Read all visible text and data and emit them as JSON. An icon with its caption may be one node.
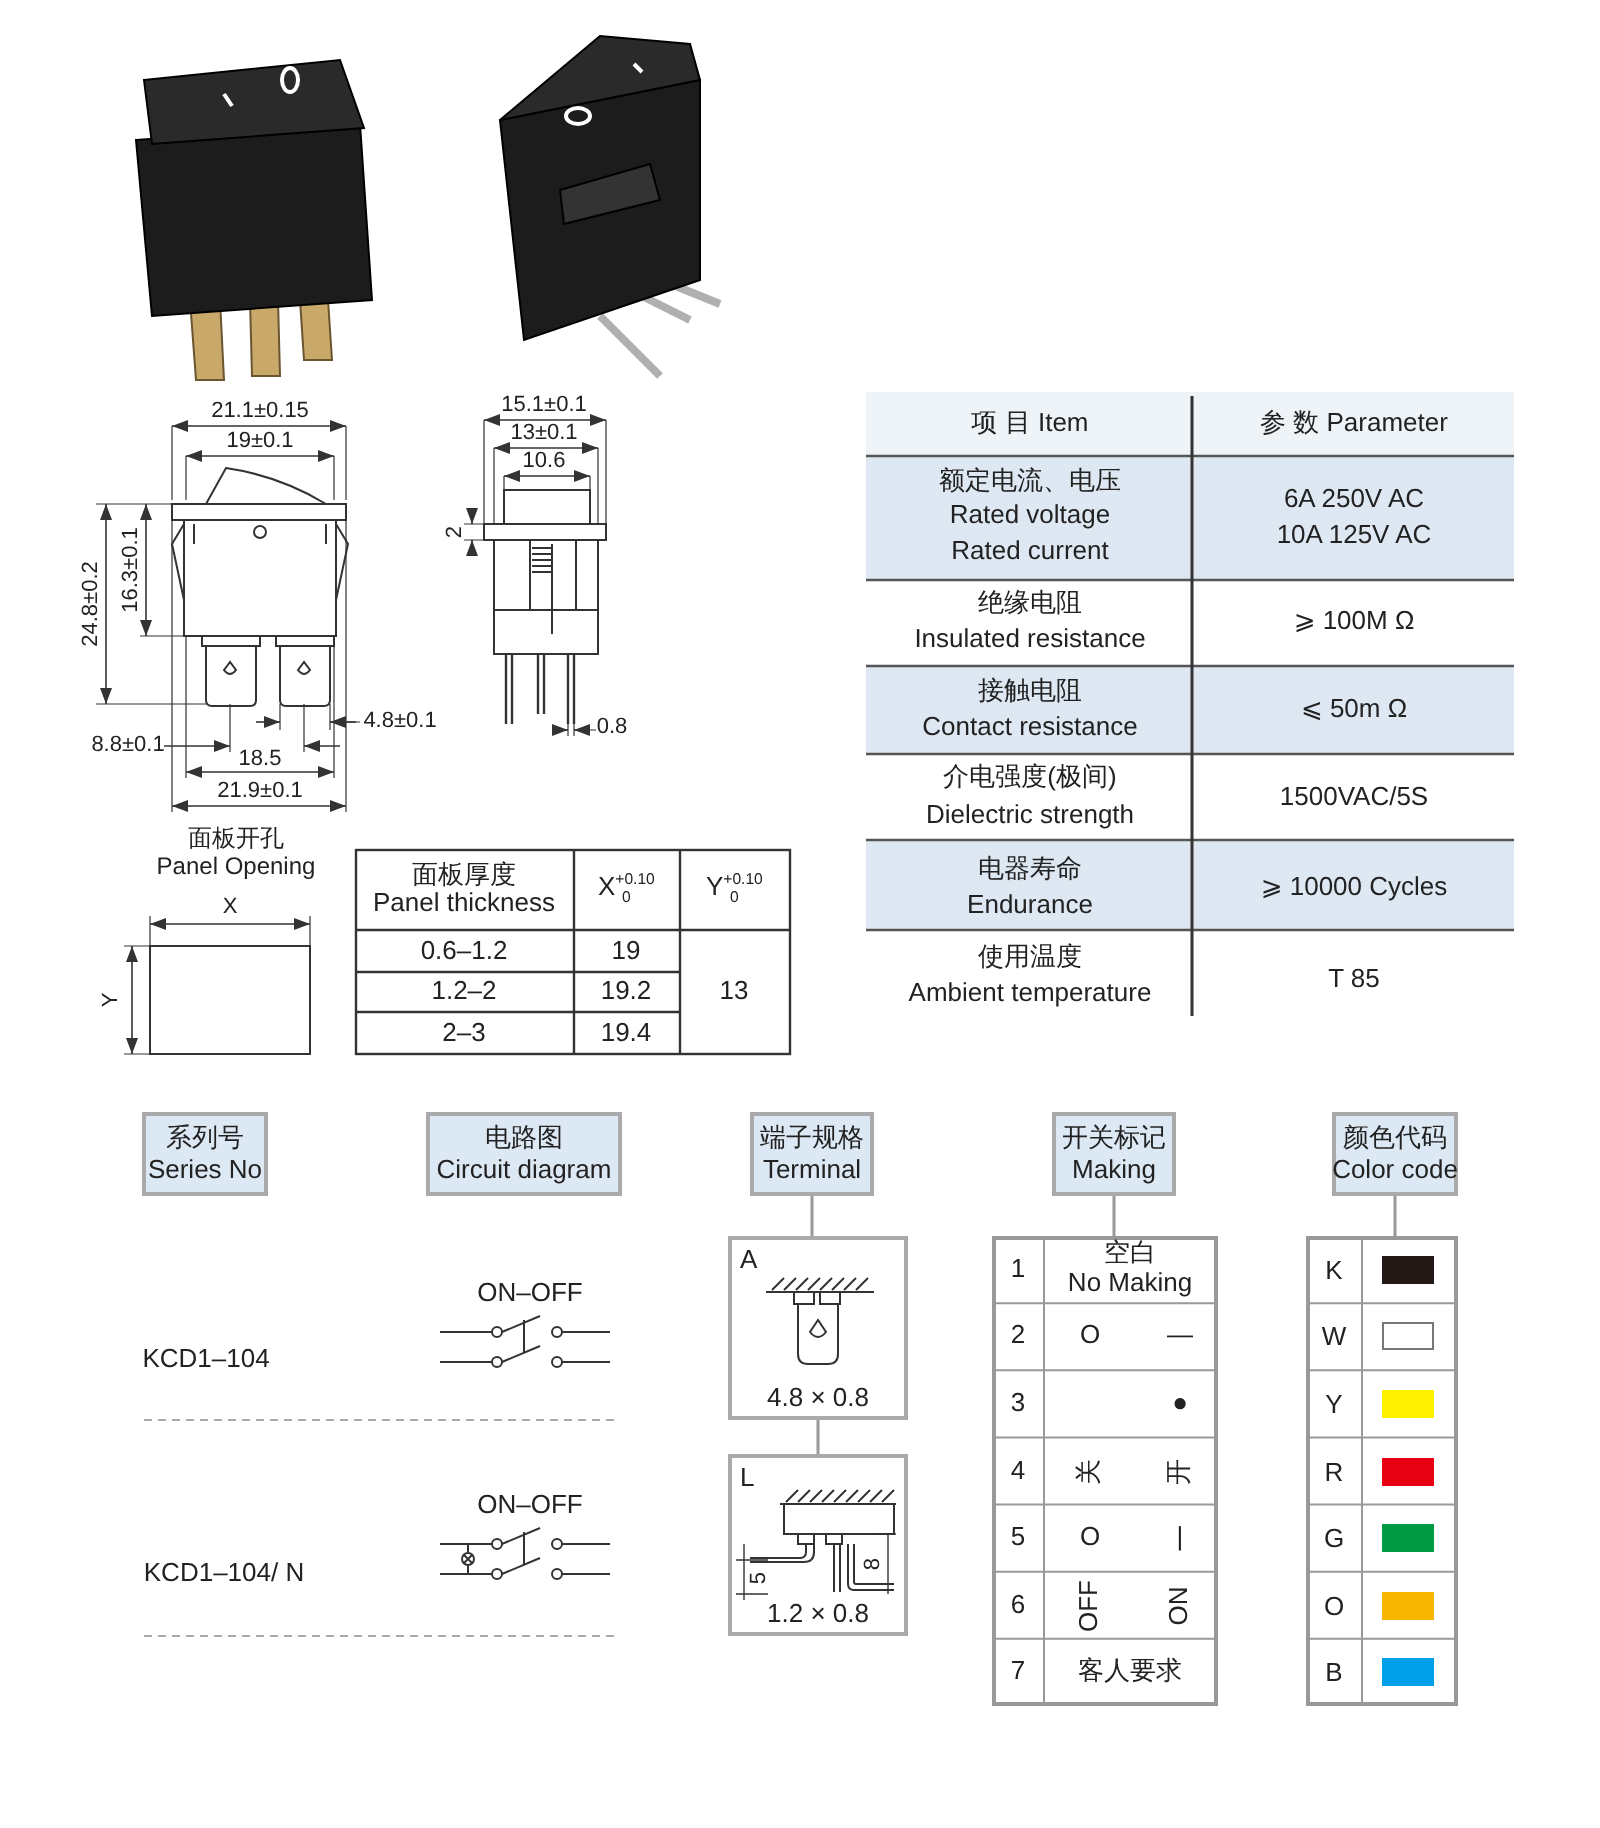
{
  "diagram": {
    "nodes": [
      {
        "text": [
          "系列号",
          "Series No"
        ]
      },
      {
        "text": [
          "电路图",
          "Circuit diagram"
        ]
      },
      {
        "text": [
          "端子规格",
          "Terminal"
        ]
      },
      {
        "text": [
          "A",
          "4.8 × 0.8"
        ]
      },
      {
        "text": [
          "L",
          "1.2 × 0.8"
        ]
      },
      {
        "text": [
          "开关标记",
          "Making"
        ]
      },
      {
        "text": [],
        "shape": "box"
      },
      {
        "text": [
          "颜色代码",
          "Color code"
        ]
      },
      {
        "text": [],
        "shape": "box"
      }
    ],
    "edges": [
      {
        "from": 2,
        "to": 3,
        "arrow": "none"
      },
      {
        "from": 3,
        "to": 4,
        "arrow": "none"
      },
      {
        "from": 5,
        "to": 6,
        "arrow": "none"
      },
      {
        "from": 7,
        "to": 8,
        "arrow": "none"
      }
    ],
    "labels": [
      "21.1±0.15",
      "19±0.1",
      "24.8±0.2",
      "16.3±0.1",
      "4.8±0.1",
      "8.8±0.1",
      "18.5",
      "21.9±0.1",
      "15.1±0.1",
      "13±0.1",
      "10.6",
      "2",
      "0.8",
      "项 目  Item",
      "参 数  Parameter",
      "额定电流、电压",
      "Rated voltage",
      "Rated current",
      "6A  250V AC",
      "10A 125V AC",
      "绝缘电阻",
      "Insulated resistance",
      "⩾ 100M Ω",
      "接触电阻",
      "Contact resistance",
      "⩽ 50m Ω",
      "介电强度(极间)",
      "Dielectric strength",
      "1500VAC/5S",
      "电器寿命",
      "Endurance",
      "⩾ 10000 Cycles",
      "使用温度",
      "Ambient temperature",
      "T 85",
      "面板开孔",
      "Panel Opening",
      "X",
      "Y",
      "面板厚度",
      "Panel thickness",
      "X$^{+0.10}$$_{0}$",
      "Y$^{+0.10}$$_{0}$",
      "0.6–1.2",
      "19",
      "1.2–2",
      "19.2",
      "13",
      "2–3",
      "19.4",
      "ON–OFF",
      "KCD1–104",
      "ON–OFF",
      "KCD1–104/ N",
      "5",
      "8",
      "1",
      "空白",
      "No Making",
      "2",
      "O",
      "—",
      "3",
      "●",
      "4",
      "关",
      "开",
      "5",
      "O",
      "|",
      "6",
      "OFF",
      "ON",
      "7",
      "客人要求"
    ],
    "legend": [
      {
        "text": "K",
        "color": "#231815"
      },
      {
        "text": "W",
        "color": "#ffffff"
      },
      {
        "text": "Y",
        "color": "#fff100"
      },
      {
        "text": "R",
        "color": "#e60012"
      },
      {
        "text": "G",
        "color": "#009944"
      },
      {
        "text": "O",
        "color": "#f8b500"
      },
      {
        "text": "B",
        "color": "#00a0e9"
      }
    ]
  }
}
